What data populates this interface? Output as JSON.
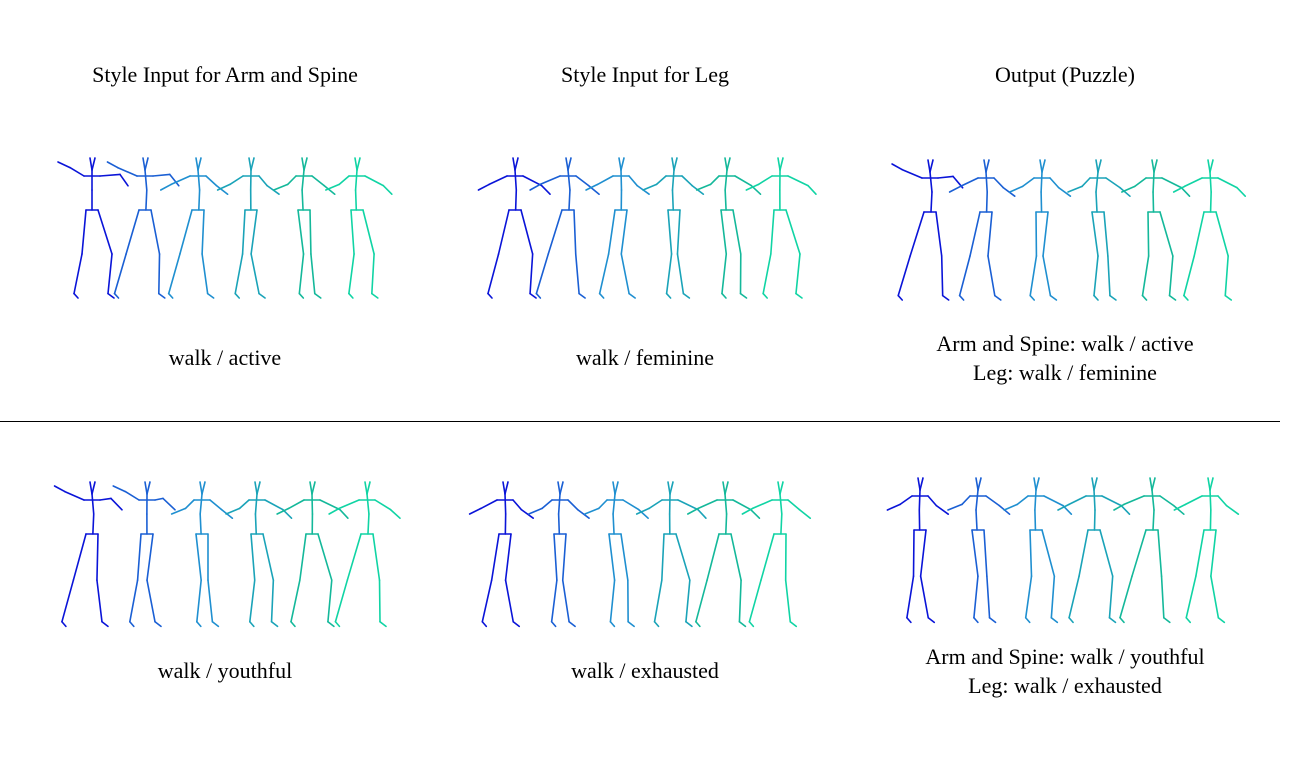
{
  "headers": {
    "col1": "Style Input for Arm and Spine",
    "col2": "Style Input for Leg",
    "col3": "Output (Puzzle)"
  },
  "rows": [
    {
      "arm_spine_input": "walk / active",
      "leg_input": "walk / feminine",
      "output_line1": "Arm and Spine: walk / active",
      "output_line2": "Leg: walk / feminine"
    },
    {
      "arm_spine_input": "walk / youthful",
      "leg_input": "walk / exhausted",
      "output_line1": "Arm and Spine: walk / youthful",
      "output_line2": "Leg: walk / exhausted"
    }
  ],
  "colors": {
    "gradient": [
      "#0a14d8",
      "#1a5fd4",
      "#1f8fd0",
      "#1aa3b8",
      "#14b89a",
      "#10d4a4"
    ],
    "divider": "#000000"
  }
}
